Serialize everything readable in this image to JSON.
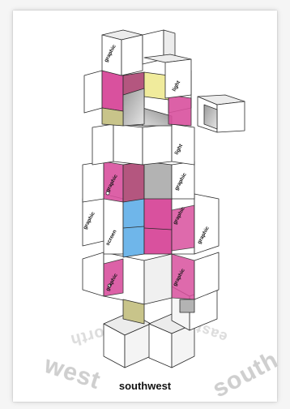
{
  "view_label": "southwest",
  "ghost_labels": {
    "north": "north",
    "east": "east",
    "west": "west",
    "south": "south"
  },
  "module_tags": {
    "a": "graphic",
    "b": "light",
    "c": "light",
    "d": "graphic",
    "e": "graphic",
    "f": "graphic",
    "g": "graphic",
    "h": "screen",
    "i": "graphic",
    "j": "graphic",
    "k": "graphic"
  },
  "palette": {
    "magenta": "#d9519e",
    "yellow": "#f0eb9c",
    "blue": "#6fb6ea",
    "olive": "#c8c48a",
    "grey": "#b3b3b3",
    "outline": "#2a2a2a"
  }
}
